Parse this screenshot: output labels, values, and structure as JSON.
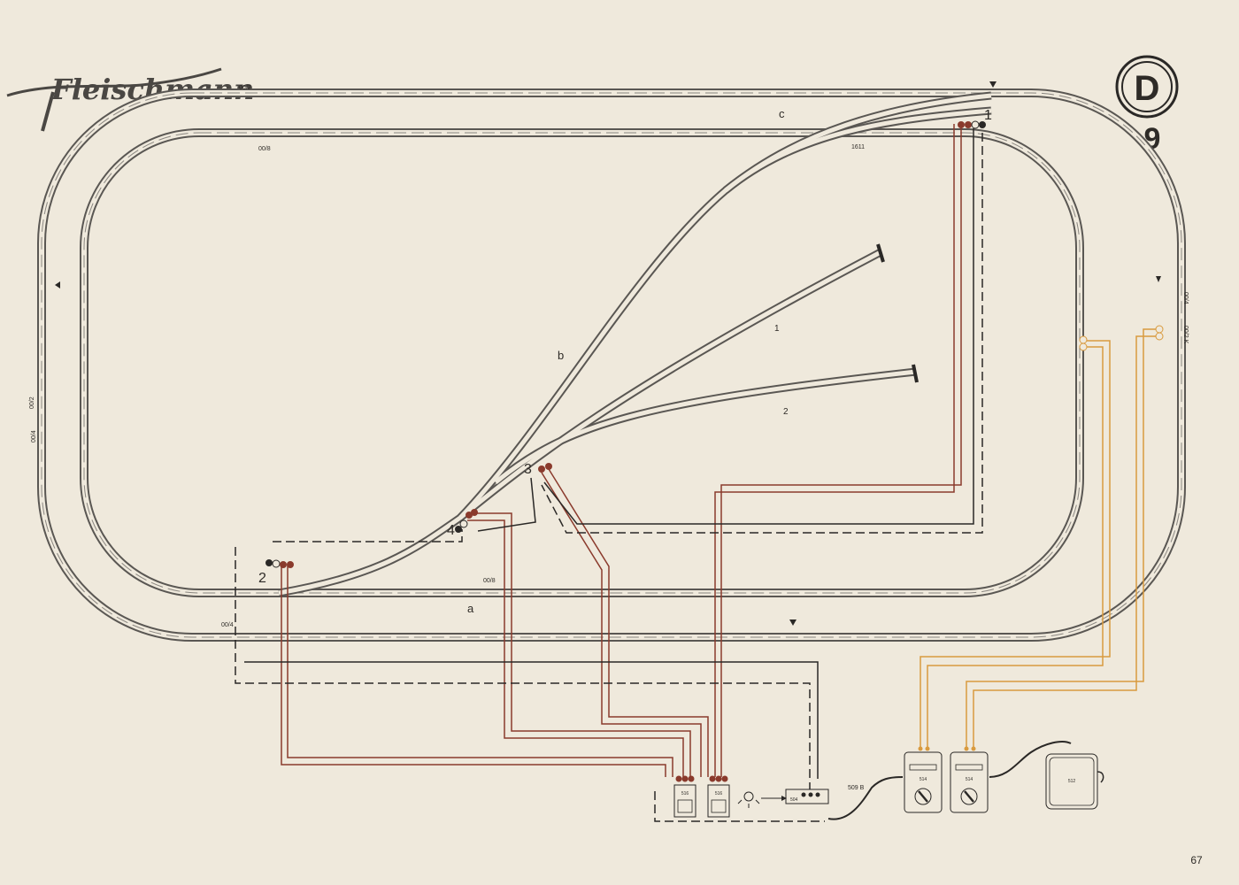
{
  "brand": {
    "name": "Fleischmann"
  },
  "plan": {
    "letter": "D",
    "number": "9"
  },
  "page_number": "67",
  "track_labels": {
    "outer_top": "00/2",
    "inner_top": "00/8",
    "outer_left": "00/2",
    "inner_left": "00/4",
    "inner_bottom": "00/8",
    "outer_bottom": "00/4",
    "right_a": "00/4",
    "right_b": "00/2 K",
    "crossing_code": "1611"
  },
  "section_letters": {
    "a": "a",
    "b": "b",
    "c": "c"
  },
  "siding_numbers": {
    "s1": "1",
    "s2": "2"
  },
  "switch_numbers": {
    "w1": "1",
    "w2": "2",
    "w3": "3",
    "w4": "4"
  },
  "equipment": {
    "switch_box_model": "516",
    "distribution_model": "509 B",
    "terminal_model": "504",
    "controller_model": "514",
    "transformer_model": "512"
  },
  "colors": {
    "rail": "#5a5753",
    "sleeper": "#6b6762",
    "wire_brown": "#8a3a2c",
    "wire_black": "#2a2826",
    "wire_orange": "#d99a3e"
  }
}
